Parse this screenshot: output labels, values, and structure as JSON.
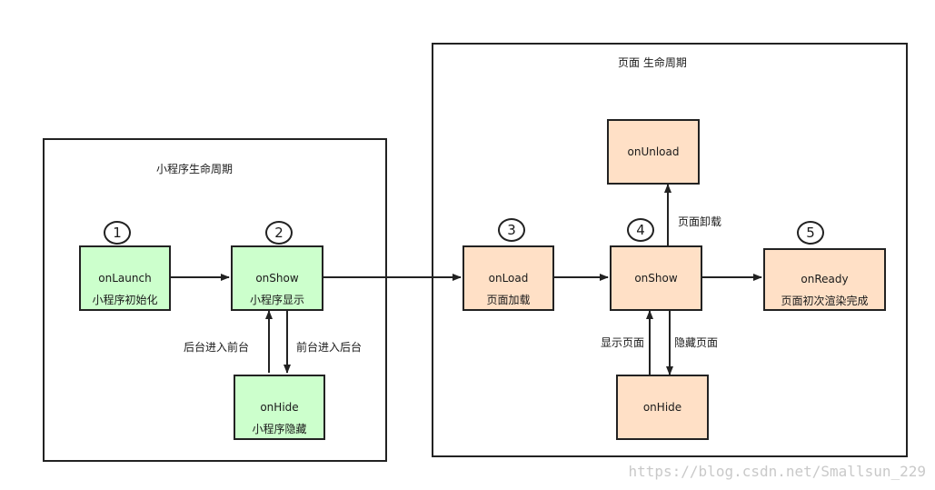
{
  "app_panel": {
    "title": "小程序生命周期",
    "nodes": {
      "onlaunch": {
        "name": "onLaunch",
        "desc": "小程序初始化"
      },
      "onshow": {
        "name": "onShow",
        "desc": "小程序显示"
      },
      "onhide": {
        "name": "onHide",
        "desc": "小程序隐藏"
      }
    },
    "badges": {
      "b1": "1",
      "b2": "2"
    },
    "edge_labels": {
      "to_front": "后台进入前台",
      "to_back": "前台进入后台"
    }
  },
  "page_panel": {
    "title": "页面 生命周期",
    "nodes": {
      "onload": {
        "name": "onLoad",
        "desc": "页面加载"
      },
      "onshow": {
        "name": "onShow"
      },
      "onunload": {
        "name": "onUnload"
      },
      "onready": {
        "name": "onReady",
        "desc": "页面初次渲染完成"
      },
      "onhide": {
        "name": "onHide"
      }
    },
    "badges": {
      "b3": "3",
      "b4": "4",
      "b5": "5"
    },
    "edge_labels": {
      "unload": "页面卸载",
      "show": "显示页面",
      "hide": "隐藏页面"
    }
  },
  "watermark": "https://blog.csdn.net/Smallsun_229",
  "colors": {
    "app_node_fill": "#ccffcc",
    "page_node_fill": "#ffe0c6",
    "stroke": "#222222",
    "watermark": "#c9c9c9"
  }
}
